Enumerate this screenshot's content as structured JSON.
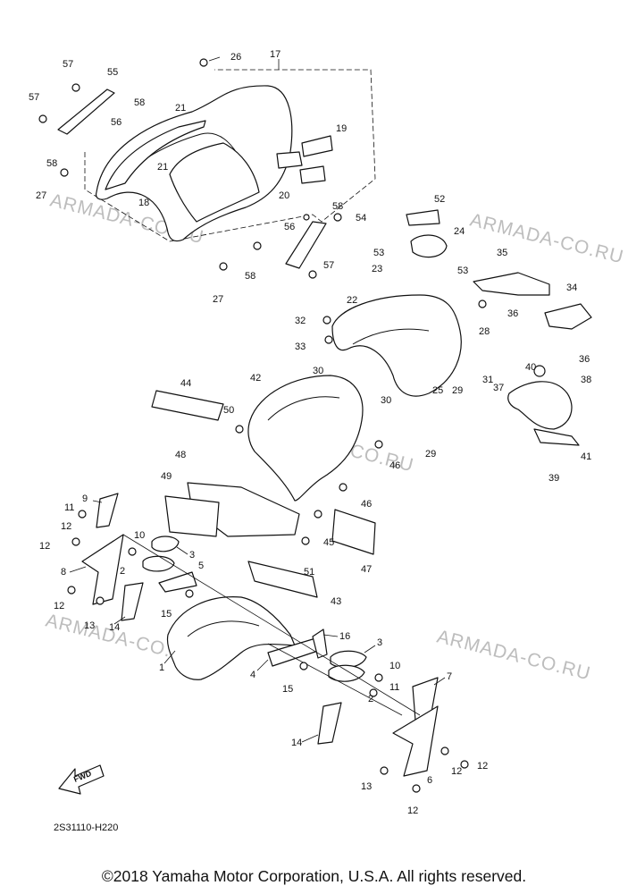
{
  "diagram": {
    "part_code": "2S31110-H220",
    "watermark": "ARMADA-CO.RU",
    "fwd_label": "FWD",
    "callouts": [
      "1",
      "2",
      "2",
      "3",
      "3",
      "4",
      "5",
      "6",
      "7",
      "8",
      "9",
      "10",
      "10",
      "11",
      "11",
      "12",
      "12",
      "12",
      "12",
      "12",
      "12",
      "13",
      "13",
      "14",
      "14",
      "15",
      "15",
      "16",
      "17",
      "18",
      "19",
      "20",
      "21",
      "21",
      "22",
      "23",
      "24",
      "25",
      "26",
      "27",
      "27",
      "28",
      "29",
      "29",
      "30",
      "30",
      "31",
      "32",
      "33",
      "34",
      "35",
      "36",
      "36",
      "37",
      "38",
      "39",
      "40",
      "41",
      "42",
      "43",
      "44",
      "45",
      "46",
      "46",
      "47",
      "48",
      "49",
      "50",
      "51",
      "52",
      "53",
      "53",
      "54",
      "55",
      "56",
      "56",
      "57",
      "57",
      "57",
      "58",
      "58",
      "58",
      "58"
    ]
  },
  "footer": {
    "copyright": "©2018 Yamaha Motor Corporation, U.S.A. All rights reserved."
  }
}
